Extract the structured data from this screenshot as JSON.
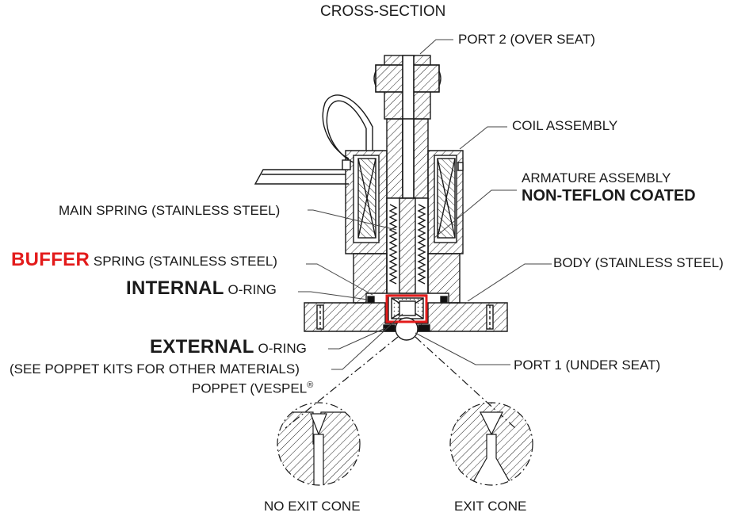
{
  "title": "CROSS-SECTION",
  "labels": {
    "port2": "PORT 2 (OVER SEAT)",
    "coil": "COIL ASSEMBLY",
    "armature": "ARMATURE ASSEMBLY",
    "non_teflon": "NON-TEFLON COATED",
    "main_spring": "MAIN SPRING (STAINLESS STEEL)",
    "buffer_word": "BUFFER",
    "buffer_rest": "SPRING (STAINLESS STEEL)",
    "body": "BODY (STAINLESS STEEL)",
    "internal_word": "INTERNAL",
    "internal_rest": "O-RING",
    "external_word": "EXTERNAL",
    "external_rest": "O-RING",
    "poppet_kits": "(SEE POPPET KITS FOR OTHER MATERIALS)",
    "poppet": "POPPET (VESPEL",
    "poppet_reg": "®",
    "port1": "PORT 1 (UNDER SEAT)",
    "no_exit_cone": "NO EXIT CONE",
    "exit_cone": "EXIT CONE"
  },
  "colors": {
    "highlight": "#e31b1b",
    "ink": "#1a1a1a"
  }
}
